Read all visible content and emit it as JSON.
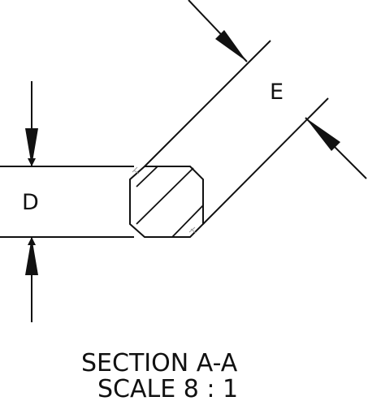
{
  "section_view": {
    "dimension_d_label": "D",
    "dimension_e_label": "E",
    "title": "SECTION A-A",
    "scale": "SCALE 8 : 1"
  },
  "colors": {
    "line": "#111111",
    "hatch": "#111111",
    "background": "#ffffff",
    "tangent_marks": "#9a9a9a"
  }
}
